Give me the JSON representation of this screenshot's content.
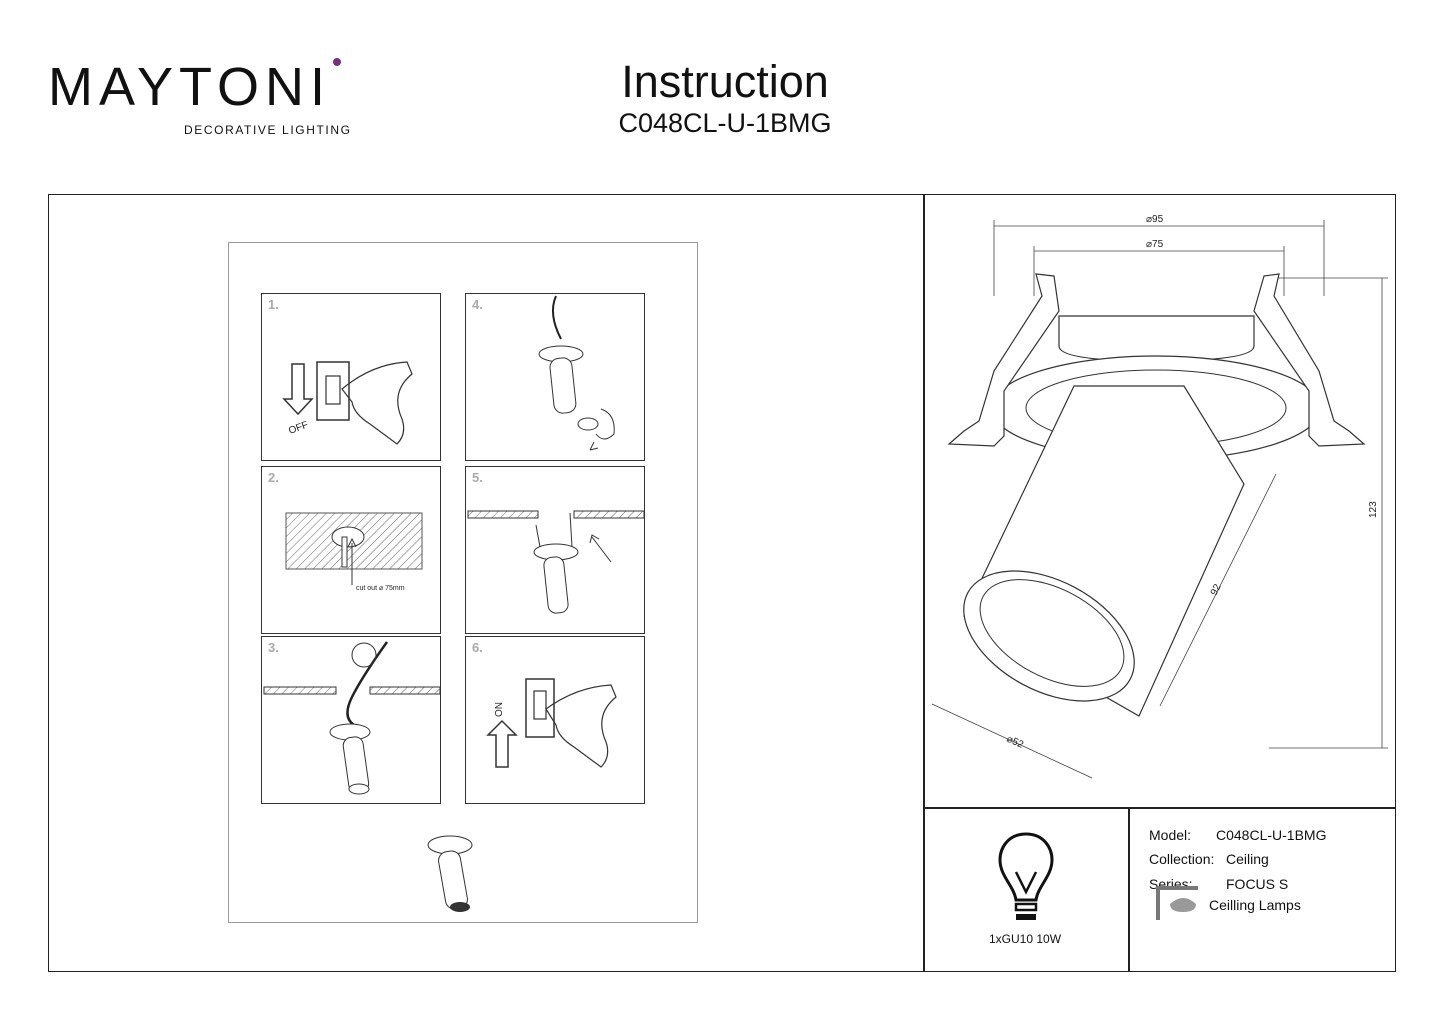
{
  "brand": {
    "name": "MAYTONI",
    "tagline": "DECORATIVE LIGHTING",
    "accent": "#7a2e7f"
  },
  "header": {
    "title": "Instruction",
    "model": "C048CL-U-1BMG"
  },
  "steps": [
    {
      "num": "1.",
      "label": "OFF"
    },
    {
      "num": "2.",
      "label": "cut out ⌀ 75mm"
    },
    {
      "num": "3.",
      "label": ""
    },
    {
      "num": "4.",
      "label": ""
    },
    {
      "num": "5.",
      "label": ""
    },
    {
      "num": "6.",
      "label": "ON"
    }
  ],
  "dimensions": {
    "outer": "⌀95",
    "inner": "⌀75",
    "height": "123",
    "body": "92",
    "head": "⌀52"
  },
  "bulb": {
    "label": "1xGU10 10W"
  },
  "specs": {
    "model_label": "Model:",
    "model_value": "C048CL-U-1BMG",
    "collection_label": "Collection:",
    "collection_value": "Ceiling",
    "series_label": "Series:",
    "series_value": "FOCUS S",
    "category": "Ceilling Lamps"
  }
}
